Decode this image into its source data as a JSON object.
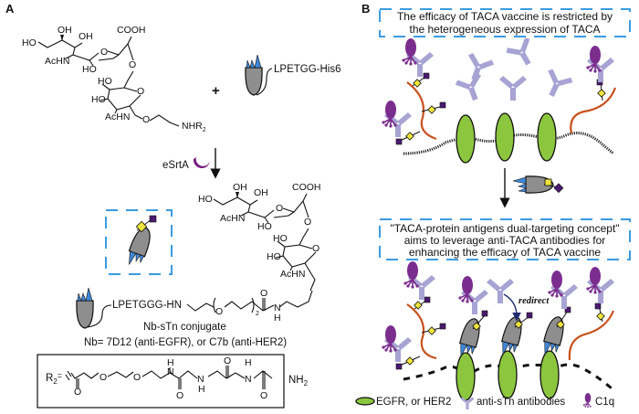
{
  "panel_a": {
    "label": "A",
    "reactant_sugar": {
      "groups": {
        "ho_top_left": "HO",
        "oh_1": "OH",
        "oh_2": "OH",
        "cooh": "COOH",
        "achn": "AcHN",
        "ho_ring": "HO",
        "o_link": "O",
        "o_ring1": "O",
        "ho_gal1": "HO",
        "ho_gal2": "HO",
        "o_ring2": "O",
        "achn2": "AcHN",
        "o_glyco": "O",
        "nhr2": "NHR",
        "nhr2_sub": "2"
      }
    },
    "plus": "+",
    "nanobody_tag": "LPETGG-His6",
    "enzyme_label": "eSrtA",
    "product_sugar": {
      "groups": {
        "ho_top_left": "HO",
        "oh_1": "OH",
        "oh_2": "OH",
        "cooh": "COOH",
        "achn": "AcHN",
        "ho_ring": "HO",
        "o_link": "O",
        "o_ring1": "O",
        "ho_gal1": "HO",
        "ho_gal2": "HO",
        "o_ring2": "O",
        "achn2": "AcHN",
        "o_glyco": "O"
      }
    },
    "linker": {
      "prefix": "LPETGGG-HN",
      "o1": "O",
      "sub": "2",
      "carbonyl_o": "O",
      "n": "N",
      "h": "H"
    },
    "conjugate_name": "Nb-sTn conjugate",
    "nb_definition": "Nb= 7D12 (anti-EGFR), or C7b (anti-HER2)",
    "r2_box": {
      "label": "R",
      "label_sub": "2",
      "equals": "=",
      "atoms": [
        "O",
        "O",
        "O",
        "H",
        "N",
        "O",
        "N",
        "H",
        "O",
        "H",
        "N",
        "O",
        "NH"
      ],
      "terminal": "NH",
      "terminal_sub": "2"
    }
  },
  "panel_b": {
    "label": "B",
    "top_box_lines": [
      "The efficacy of TACA vaccine is restricted by",
      "the heterogeneous expression of TACA"
    ],
    "bottom_box_lines": [
      "\"TACA-protein antigens dual-targeting concept\"",
      "aims to leverage anti-TACA antibodies for",
      "enhancing the efficacy of TACA vaccine"
    ],
    "redirect_label": "redirect",
    "legend": [
      {
        "icon": "egfr-ellipse-icon",
        "label": "EGFR, or HER2"
      },
      {
        "icon": "antibody-icon",
        "label": "anti-sTn antibodies"
      },
      {
        "icon": "c1q-icon",
        "label": "C1q"
      }
    ]
  },
  "colors": {
    "dashed_box": "#3a9be0",
    "antibody": "#a7a3d3",
    "c1q": "#7b2d8e",
    "mucin_chain": "#c8521e",
    "egfr": "#8cc63f",
    "galnac": "#f0e43c",
    "sialic": "#4a1a6e",
    "nanobody_body": "#8e8e8e",
    "nanobody_cdr": "#3f86d6",
    "enzyme": "#7a1e7e"
  }
}
